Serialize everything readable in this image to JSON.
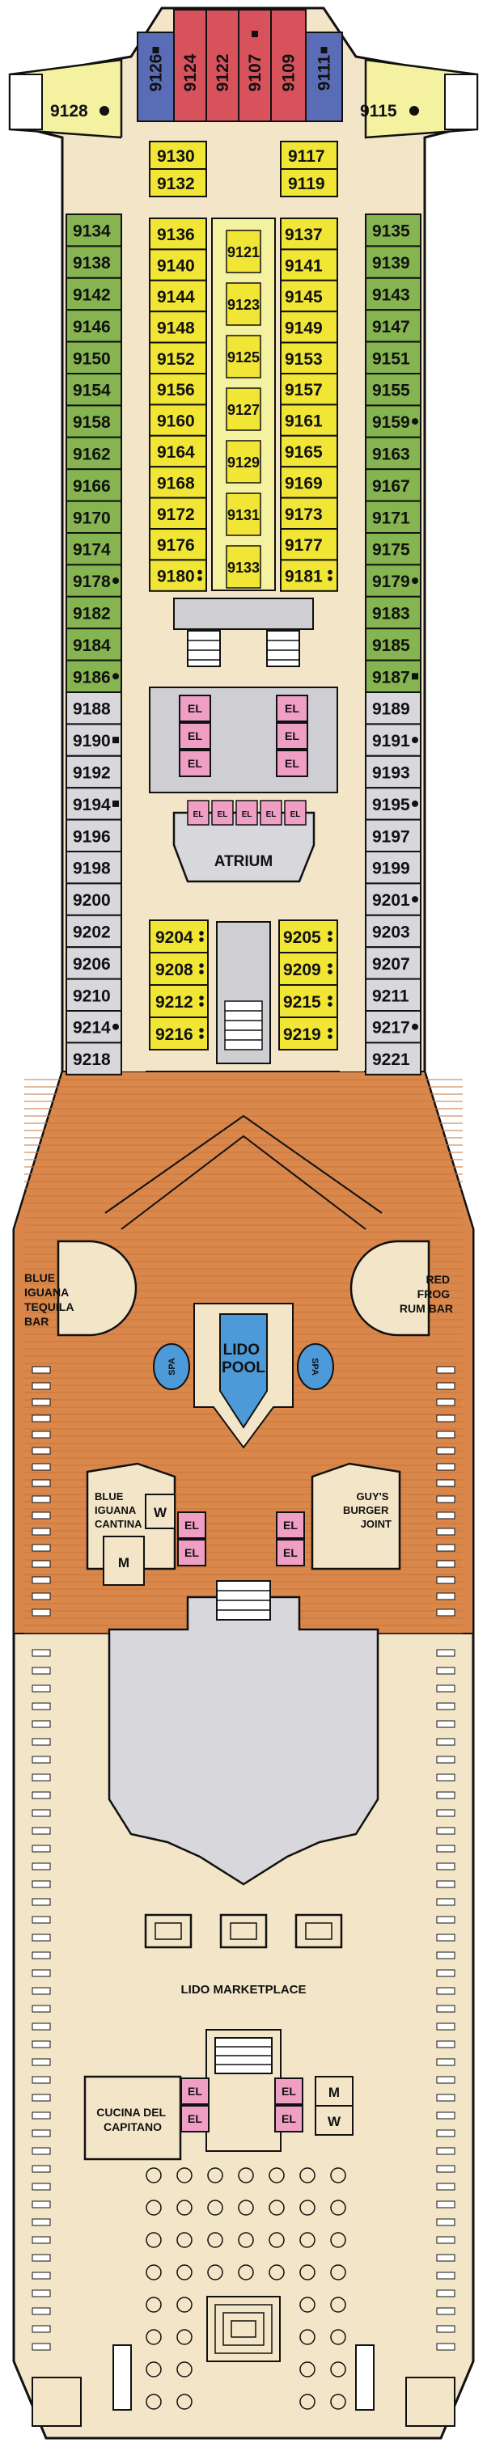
{
  "colors": {
    "deck_bg": "#f3e6c8",
    "outline": "#111111",
    "green": "#86b451",
    "gray": "#d7d7dc",
    "yellow": "#f1e635",
    "forward_yellow": "#f4f1a1",
    "red": "#d8525c",
    "blue": "#5b6cb6",
    "elevator_pink": "#ef9fc4",
    "wood": "#d9874a",
    "pool_blue": "#4d9ad8",
    "service_gray": "#cfcfd3"
  },
  "forward_suites": [
    {
      "num": "9126",
      "marker": "square",
      "color": "blue"
    },
    {
      "num": "9124",
      "marker": "",
      "color": "red"
    },
    {
      "num": "9122",
      "marker": "",
      "color": "red"
    },
    {
      "num": "9107",
      "marker": "square",
      "color": "red"
    },
    {
      "num": "9109",
      "marker": "",
      "color": "red"
    },
    {
      "num": "9111",
      "marker": "square",
      "color": "blue"
    }
  ],
  "corner_cabins": [
    {
      "num": "9128",
      "marker": "half"
    },
    {
      "num": "9115",
      "marker": "half"
    }
  ],
  "left_outer": [
    {
      "num": "9134",
      "m": "",
      "c": "green"
    },
    {
      "num": "9138",
      "m": "",
      "c": "green"
    },
    {
      "num": "9142",
      "m": "",
      "c": "green"
    },
    {
      "num": "9146",
      "m": "",
      "c": "green"
    },
    {
      "num": "9150",
      "m": "",
      "c": "green"
    },
    {
      "num": "9154",
      "m": "",
      "c": "green"
    },
    {
      "num": "9158",
      "m": "",
      "c": "green"
    },
    {
      "num": "9162",
      "m": "",
      "c": "green"
    },
    {
      "num": "9166",
      "m": "",
      "c": "green"
    },
    {
      "num": "9170",
      "m": "",
      "c": "green"
    },
    {
      "num": "9174",
      "m": "",
      "c": "green"
    },
    {
      "num": "9178",
      "m": "dot",
      "c": "green"
    },
    {
      "num": "9182",
      "m": "",
      "c": "green"
    },
    {
      "num": "9184",
      "m": "",
      "c": "green"
    },
    {
      "num": "9186",
      "m": "dot",
      "c": "green"
    },
    {
      "num": "9188",
      "m": "",
      "c": "gray"
    },
    {
      "num": "9190",
      "m": "square",
      "c": "gray"
    },
    {
      "num": "9192",
      "m": "",
      "c": "gray"
    },
    {
      "num": "9194",
      "m": "square",
      "c": "gray"
    },
    {
      "num": "9196",
      "m": "",
      "c": "gray"
    },
    {
      "num": "9198",
      "m": "",
      "c": "gray"
    },
    {
      "num": "9200",
      "m": "",
      "c": "gray"
    },
    {
      "num": "9202",
      "m": "",
      "c": "gray"
    },
    {
      "num": "9206",
      "m": "",
      "c": "gray"
    },
    {
      "num": "9210",
      "m": "",
      "c": "gray"
    },
    {
      "num": "9214",
      "m": "dot",
      "c": "gray"
    },
    {
      "num": "9218",
      "m": "",
      "c": "gray"
    }
  ],
  "right_outer": [
    {
      "num": "9135",
      "m": "",
      "c": "green"
    },
    {
      "num": "9139",
      "m": "",
      "c": "green"
    },
    {
      "num": "9143",
      "m": "",
      "c": "green"
    },
    {
      "num": "9147",
      "m": "",
      "c": "green"
    },
    {
      "num": "9151",
      "m": "",
      "c": "green"
    },
    {
      "num": "9155",
      "m": "",
      "c": "green"
    },
    {
      "num": "9159",
      "m": "dot",
      "c": "green"
    },
    {
      "num": "9163",
      "m": "",
      "c": "green"
    },
    {
      "num": "9167",
      "m": "",
      "c": "green"
    },
    {
      "num": "9171",
      "m": "",
      "c": "green"
    },
    {
      "num": "9175",
      "m": "",
      "c": "green"
    },
    {
      "num": "9179",
      "m": "dot",
      "c": "green"
    },
    {
      "num": "9183",
      "m": "",
      "c": "green"
    },
    {
      "num": "9185",
      "m": "",
      "c": "green"
    },
    {
      "num": "9187",
      "m": "square",
      "c": "green"
    },
    {
      "num": "9189",
      "m": "",
      "c": "gray"
    },
    {
      "num": "9191",
      "m": "dot",
      "c": "gray"
    },
    {
      "num": "9193",
      "m": "",
      "c": "gray"
    },
    {
      "num": "9195",
      "m": "dot",
      "c": "gray"
    },
    {
      "num": "9197",
      "m": "",
      "c": "gray"
    },
    {
      "num": "9199",
      "m": "",
      "c": "gray"
    },
    {
      "num": "9201",
      "m": "dot",
      "c": "gray"
    },
    {
      "num": "9203",
      "m": "",
      "c": "gray"
    },
    {
      "num": "9207",
      "m": "",
      "c": "gray"
    },
    {
      "num": "9211",
      "m": "",
      "c": "gray"
    },
    {
      "num": "9217",
      "m": "dot",
      "c": "gray"
    },
    {
      "num": "9221",
      "m": "",
      "c": "gray"
    }
  ],
  "top_inner_left": [
    {
      "num": "9130",
      "m": ""
    },
    {
      "num": "9132",
      "m": ""
    }
  ],
  "top_inner_right": [
    {
      "num": "9117",
      "m": ""
    },
    {
      "num": "9119",
      "m": ""
    }
  ],
  "left_inner": [
    {
      "num": "9136",
      "m": ""
    },
    {
      "num": "9140",
      "m": ""
    },
    {
      "num": "9144",
      "m": ""
    },
    {
      "num": "9148",
      "m": ""
    },
    {
      "num": "9152",
      "m": ""
    },
    {
      "num": "9156",
      "m": ""
    },
    {
      "num": "9160",
      "m": ""
    },
    {
      "num": "9164",
      "m": ""
    },
    {
      "num": "9168",
      "m": ""
    },
    {
      "num": "9172",
      "m": ""
    },
    {
      "num": "9176",
      "m": ""
    },
    {
      "num": "9180",
      "m": "dots"
    }
  ],
  "right_inner": [
    {
      "num": "9137",
      "m": ""
    },
    {
      "num": "9141",
      "m": ""
    },
    {
      "num": "9145",
      "m": ""
    },
    {
      "num": "9149",
      "m": ""
    },
    {
      "num": "9153",
      "m": ""
    },
    {
      "num": "9157",
      "m": ""
    },
    {
      "num": "9161",
      "m": ""
    },
    {
      "num": "9165",
      "m": ""
    },
    {
      "num": "9169",
      "m": ""
    },
    {
      "num": "9173",
      "m": ""
    },
    {
      "num": "9177",
      "m": ""
    },
    {
      "num": "9181",
      "m": "dots"
    }
  ],
  "center_cabins": [
    "9121",
    "9123",
    "9125",
    "9127",
    "9129",
    "9131",
    "9133"
  ],
  "aft_inner_left": [
    {
      "num": "9204",
      "m": "dots"
    },
    {
      "num": "9208",
      "m": "dots"
    },
    {
      "num": "9212",
      "m": "dots"
    },
    {
      "num": "9216",
      "m": "dots"
    }
  ],
  "aft_inner_right": [
    {
      "num": "9205",
      "m": "dots"
    },
    {
      "num": "9209",
      "m": "dots"
    },
    {
      "num": "9215",
      "m": "dots"
    },
    {
      "num": "9219",
      "m": "dots"
    }
  ],
  "elevator_label": "EL",
  "venues": {
    "atrium": "ATRIUM",
    "blue_iguana_tequila_bar": [
      "BLUE",
      "IGUANA",
      "TEQUILA",
      "BAR"
    ],
    "red_frog_rum_bar": [
      "RED",
      "FROG",
      "RUM BAR"
    ],
    "lido_pool": [
      "LIDO",
      "POOL"
    ],
    "spa": "SPA",
    "blue_iguana_cantina": [
      "BLUE",
      "IGUANA",
      "CANTINA"
    ],
    "guys_burger_joint": [
      "GUY'S",
      "BURGER",
      "JOINT"
    ],
    "lido_marketplace": "LIDO MARKETPLACE",
    "cucina_del_capitano": [
      "CUCINA DEL",
      "CAPITANO"
    ],
    "restroom_w": "W",
    "restroom_m": "M"
  }
}
